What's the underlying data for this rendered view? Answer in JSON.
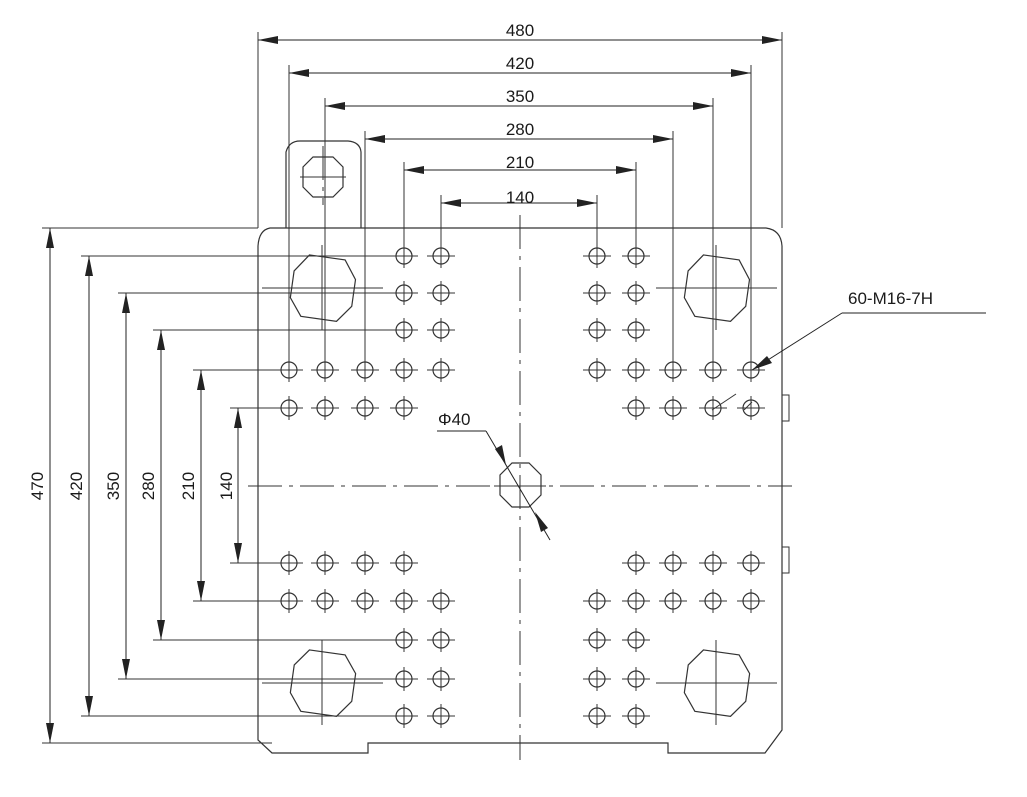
{
  "drawing": {
    "horizontal_dims": [
      "480",
      "420",
      "350",
      "280",
      "210",
      "140"
    ],
    "vertical_dims": [
      "470",
      "420",
      "350",
      "280",
      "210",
      "140"
    ],
    "hole_callout": "60-M16-7H",
    "center_hole_callout": "Φ40"
  }
}
